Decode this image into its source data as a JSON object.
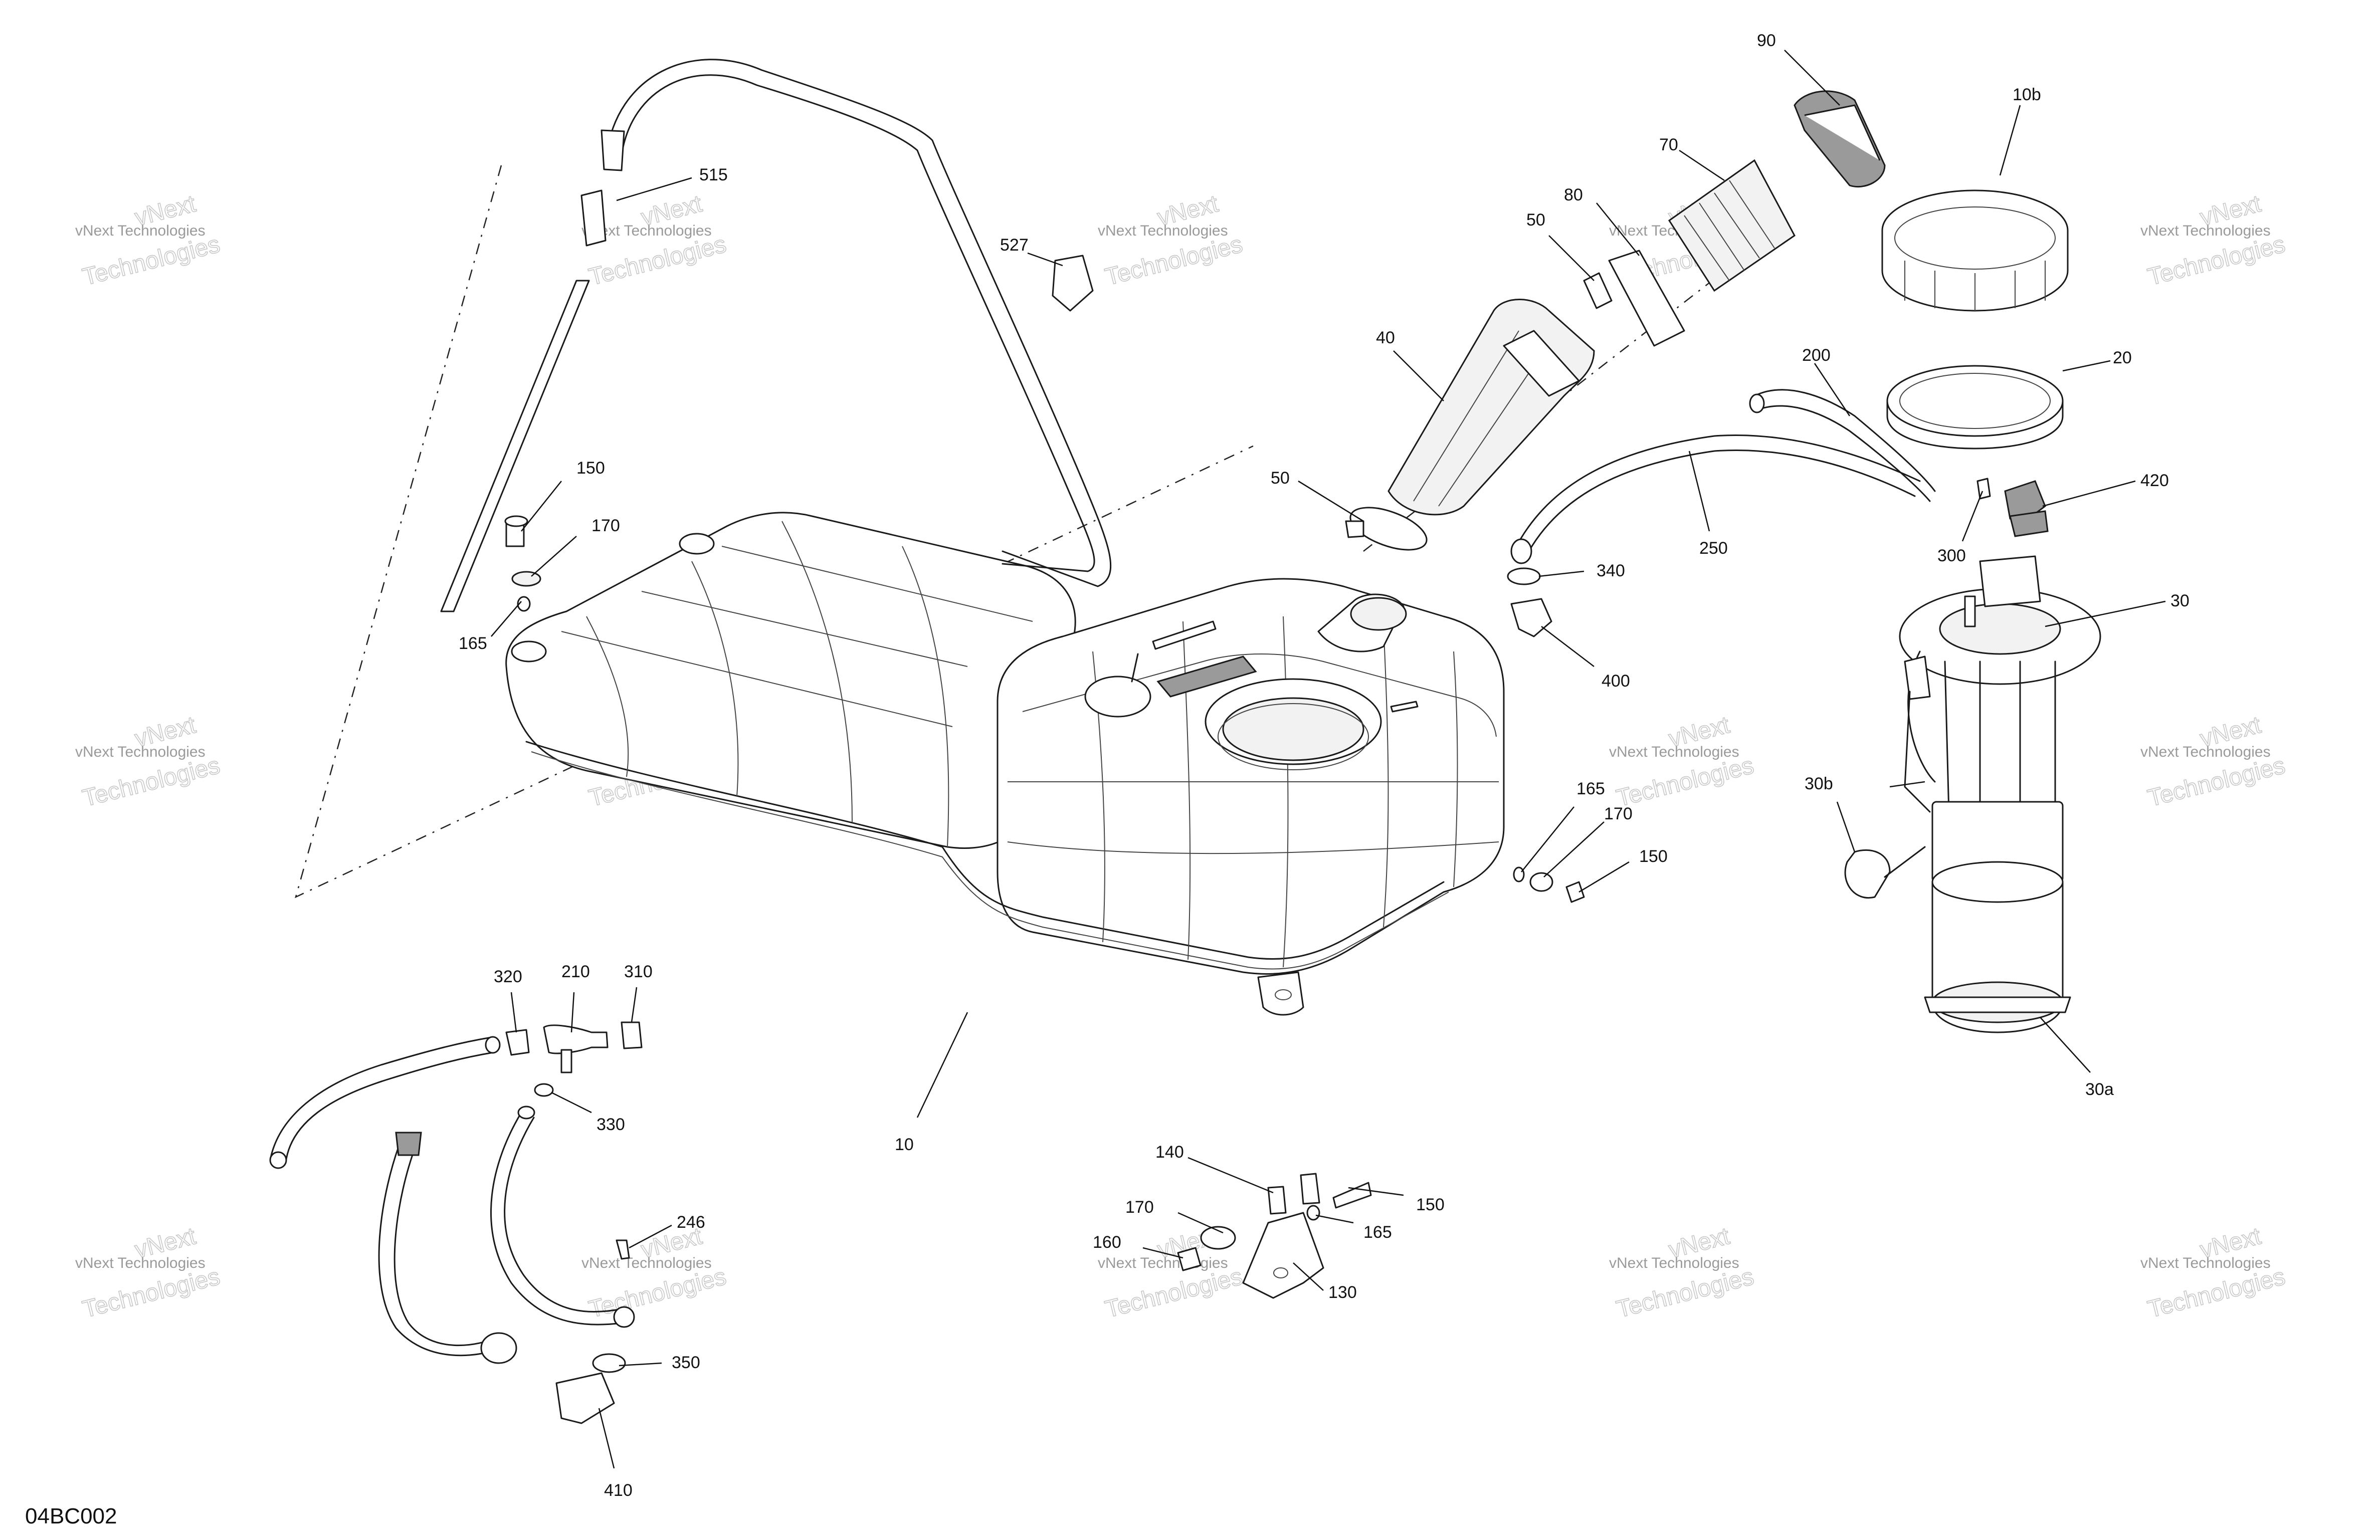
{
  "diagram_code": "04BC002",
  "watermark": {
    "line1": "vNext Technologies",
    "line2": "vNext",
    "line3": "Technologies"
  },
  "callouts": {
    "c515": "515",
    "c527": "527",
    "c150a": "150",
    "c170a": "170",
    "c165a": "165",
    "c90": "90",
    "c10b": "10b",
    "c70": "70",
    "c80": "80",
    "c50a": "50",
    "c40": "40",
    "c50b": "50",
    "c200": "200",
    "c20": "20",
    "c250": "250",
    "c420": "420",
    "c300": "300",
    "c340": "340",
    "c400": "400",
    "c30": "30",
    "c30b": "30b",
    "c30a": "30a",
    "c165b": "165",
    "c170b": "170",
    "c150b": "150",
    "c320": "320",
    "c210": "210",
    "c310": "310",
    "c330": "330",
    "c246": "246",
    "c350": "350",
    "c410": "410",
    "c10": "10",
    "c140": "140",
    "c150c": "150",
    "c170c": "170",
    "c165c": "165",
    "c160": "160",
    "c130": "130"
  }
}
